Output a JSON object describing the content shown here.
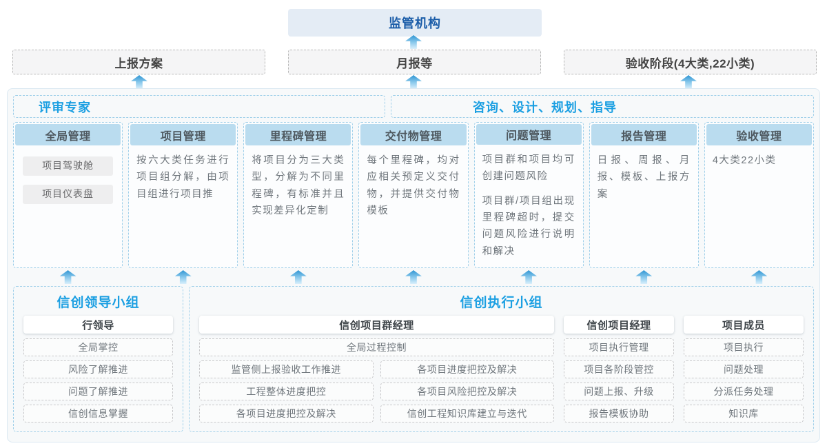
{
  "colors": {
    "accent_blue": "#1b9fe2",
    "navy_blue": "#1a5ca8",
    "column_header_fill": "#badcef",
    "dashed_blue_border": "#9fcfe9",
    "arrow_blue": "#2e95d3",
    "panel_background": "#f7f9fa"
  },
  "top": {
    "regulator": "监管机构",
    "outputs": [
      "上报方案",
      "月报等",
      "验收阶段(4大类,22小类)"
    ]
  },
  "main": {
    "experts_label": "评审专家",
    "consult_label": "咨询、设计、规划、指导",
    "columns": [
      {
        "title": "全局管理",
        "chips": [
          "项目驾驶舱",
          "项目仪表盘"
        ]
      },
      {
        "title": "项目管理",
        "paragraphs": [
          "按六大类任务进行项目组分解，由项目组进行项目推"
        ]
      },
      {
        "title": "里程碑管理",
        "paragraphs": [
          "将项目分为三大类型，分解为不同里程碑，有标准并且实现差异化定制"
        ]
      },
      {
        "title": "交付物管理",
        "paragraphs": [
          "每个里程碑，均对应相关预定义交付物，并提供交付物模板"
        ]
      },
      {
        "title": "问题管理",
        "paragraphs": [
          "项目群和项目均可创建问题风险",
          "项目群/项目组出现里程碑超时，提交问题风险进行说明和解决"
        ]
      },
      {
        "title": "报告管理",
        "paragraphs": [
          "日报、周报、月报、模板、上报方案"
        ]
      },
      {
        "title": "验收管理",
        "paragraphs": [
          "4大类22小类"
        ]
      }
    ]
  },
  "bottom": {
    "leader_group": {
      "title": "信创领导小组",
      "role": "行领导",
      "items": [
        "全局掌控",
        "风险了解推进",
        "问题了解推进",
        "信创信息掌握"
      ]
    },
    "exec_group": {
      "title": "信创执行小组",
      "program_manager": {
        "role": "信创项目群经理",
        "top_item": "全局过程控制",
        "left_items": [
          "监管侧上报验收工作推进",
          "工程整体进度把控",
          "各项目进度把控及解决"
        ],
        "right_items": [
          "各项目进度把控及解决",
          "各项目风险把控及解决",
          "信创工程知识库建立与迭代"
        ]
      },
      "project_manager": {
        "role": "信创项目经理",
        "items": [
          "项目执行管理",
          "项目各阶段管控",
          "问题上报、升级",
          "报告模板协助"
        ]
      },
      "member": {
        "role": "项目成员",
        "items": [
          "项目执行",
          "问题处理",
          "分派任务处理",
          "知识库"
        ]
      }
    }
  }
}
